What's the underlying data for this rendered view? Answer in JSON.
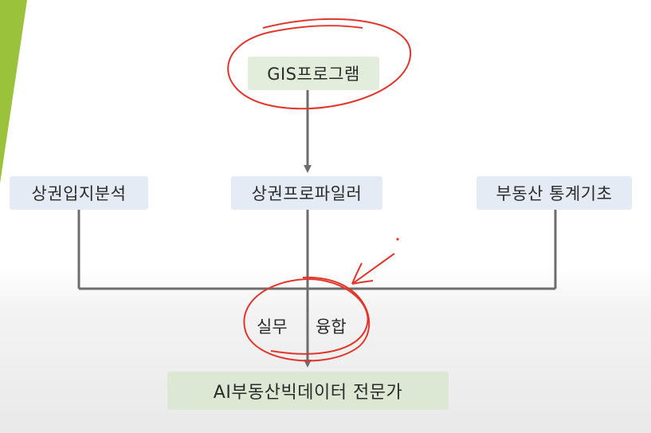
{
  "colors": {
    "accent_wedge": "#9ac23a",
    "connector": "#6d6d6d",
    "annotation": "#e0362b",
    "node_green": "#e3eddb",
    "node_blue": "#e4ebf5",
    "node_final": "#dce8d4"
  },
  "nodes": {
    "top": "GIS프로그램",
    "left": "상권입지분석",
    "center": "상권프로파일러",
    "right": "부동산 통계기초",
    "final": "AI부동산빅데이터 전문가"
  },
  "labels": {
    "left": "실무",
    "right": "융합"
  }
}
